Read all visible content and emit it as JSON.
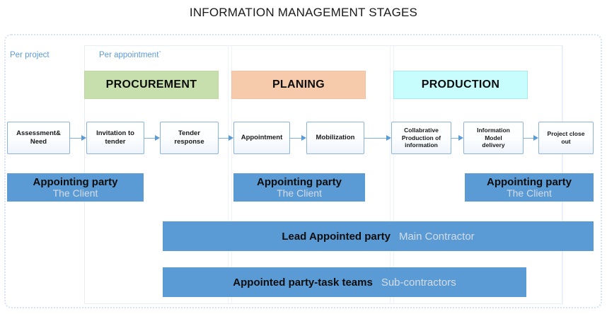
{
  "title": "INFORMATION MANAGEMENT STAGES",
  "lanes": {
    "per_project_label": "Per project",
    "per_appointment_label": "Per appointment`"
  },
  "stages": [
    {
      "name": "PROCUREMENT",
      "color": "#c6dfac"
    },
    {
      "name": "PLANING",
      "color": "#f6cbab"
    },
    {
      "name": "PRODUCTION",
      "color": "#c8fdfd"
    }
  ],
  "process_steps": [
    {
      "label": "Assessment&\nNeed"
    },
    {
      "label": "Invitation to\ntender"
    },
    {
      "label": "Tender\nresponse"
    },
    {
      "label": "Appointment"
    },
    {
      "label": "Mobilization"
    },
    {
      "label": "Collabrative\nProduction of\ninformation"
    },
    {
      "label": "Information\nModel\ndelivery"
    },
    {
      "label": "Project close\nout"
    }
  ],
  "appointing_bars": [
    {
      "role": "Appointing party",
      "who": "The Client"
    },
    {
      "role": "Appointing party",
      "who": "The Client"
    },
    {
      "role": "Appointing party",
      "who": "The Client"
    }
  ],
  "wide_bars": [
    {
      "role": "Lead Appointed party",
      "who": "Main Contractor"
    },
    {
      "role": "Appointed party-task teams",
      "who": "Sub-contractors"
    }
  ],
  "colors": {
    "accent_blue": "#5b9bd5",
    "frame_border": "#d6e4f5",
    "lane_label": "#5b9bd5",
    "box_border": "#8db3e2",
    "who_text": "#d4dce6"
  }
}
